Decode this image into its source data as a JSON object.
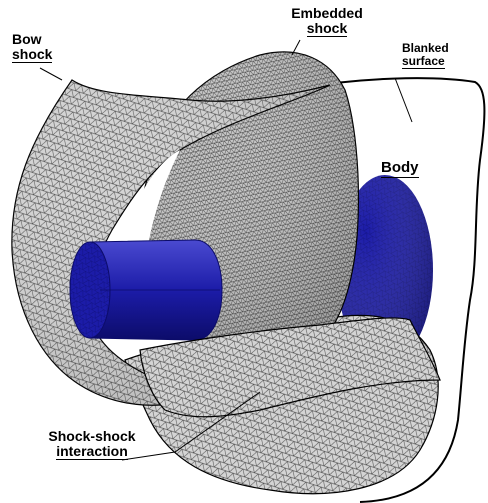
{
  "labels": {
    "bow_shock": [
      "Bow",
      "shock"
    ],
    "embedded_shock": [
      "Embedded",
      "shock"
    ],
    "blanked_surface": [
      "Blanked",
      "surface"
    ],
    "body": "Body",
    "shock_shock_interaction": [
      "Shock-shock",
      "interaction"
    ]
  },
  "colors": {
    "background": "#ffffff",
    "mesh_surface": "#cfcfcf",
    "mesh_lines": "#1a1a1a",
    "body": "#1c1ca8",
    "body_dark": "#0c0c6a",
    "body_light": "#4a4ad0",
    "outline": "#000000"
  }
}
